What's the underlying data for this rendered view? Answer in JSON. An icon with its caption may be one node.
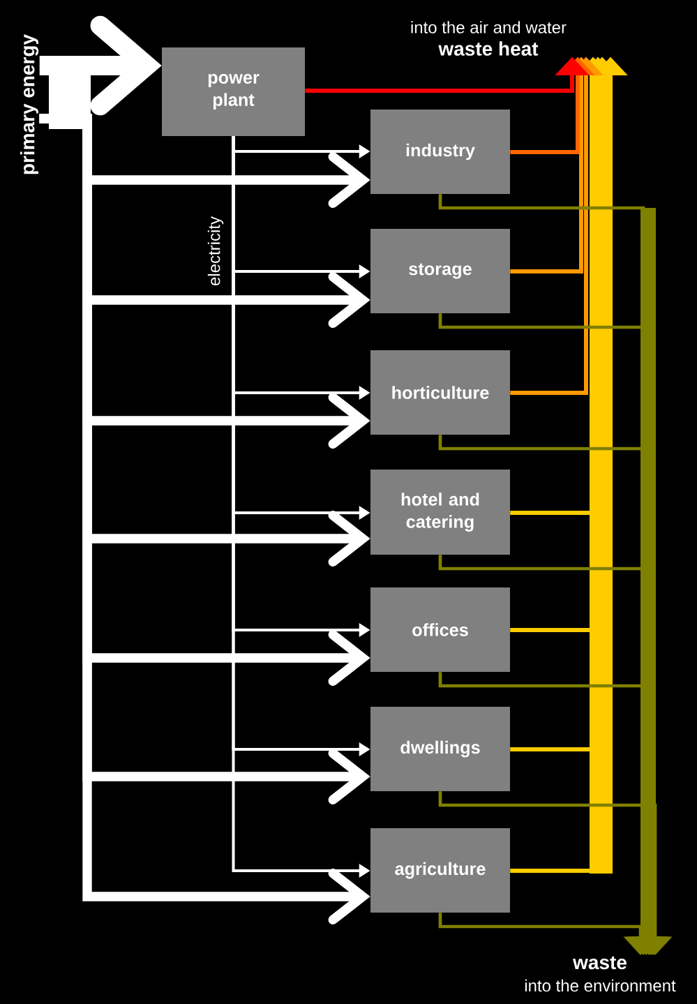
{
  "diagram": {
    "nodes": [
      {
        "text": [
          "primary energy"
        ]
      },
      {
        "text": [
          "power plant"
        ]
      },
      {
        "text": [
          "industry"
        ]
      },
      {
        "text": [
          "storage"
        ]
      },
      {
        "text": [
          "horticulture"
        ]
      },
      {
        "text": [
          "hotel and catering"
        ]
      },
      {
        "text": [
          "offices"
        ]
      },
      {
        "text": [
          "dwellings"
        ]
      },
      {
        "text": [
          "agriculture"
        ]
      },
      {
        "text": [
          "into the air and water",
          "waste heat"
        ]
      },
      {
        "text": [
          "waste",
          "into the environment"
        ]
      }
    ],
    "edges": [
      {
        "from": 0,
        "to": 1,
        "arrow": "to",
        "style": "thick"
      },
      {
        "from": 0,
        "to": 2,
        "arrow": "to",
        "style": "thick"
      },
      {
        "from": 0,
        "to": 3,
        "arrow": "to",
        "style": "thick"
      },
      {
        "from": 0,
        "to": 4,
        "arrow": "to",
        "style": "thick"
      },
      {
        "from": 0,
        "to": 5,
        "arrow": "to",
        "style": "thick"
      },
      {
        "from": 0,
        "to": 6,
        "arrow": "to",
        "style": "thick"
      },
      {
        "from": 0,
        "to": 7,
        "arrow": "to",
        "style": "thick"
      },
      {
        "from": 0,
        "to": 8,
        "arrow": "to",
        "style": "thick"
      },
      {
        "from": 1,
        "to": 2,
        "arrow": "to"
      },
      {
        "from": 1,
        "to": 3,
        "arrow": "to"
      },
      {
        "from": 1,
        "to": 4,
        "arrow": "to"
      },
      {
        "from": 1,
        "to": 5,
        "arrow": "to"
      },
      {
        "from": 1,
        "to": 6,
        "arrow": "to"
      },
      {
        "from": 1,
        "to": 7,
        "arrow": "to"
      },
      {
        "from": 1,
        "to": 8,
        "arrow": "to"
      },
      {
        "from": 8,
        "to": 9,
        "arrow": "to",
        "color": "#ffcc00"
      },
      {
        "from": 7,
        "to": 9,
        "arrow": "to",
        "color": "#ffcc00"
      },
      {
        "from": 6,
        "to": 9,
        "arrow": "to",
        "color": "#ffcc00"
      },
      {
        "from": 5,
        "to": 9,
        "arrow": "to",
        "color": "#ffcc00"
      },
      {
        "from": 4,
        "to": 9,
        "arrow": "to",
        "color": "#ff9900"
      },
      {
        "from": 3,
        "to": 9,
        "arrow": "to",
        "color": "#ff9900"
      },
      {
        "from": 2,
        "to": 9,
        "arrow": "to",
        "color": "#ff6600"
      },
      {
        "from": 1,
        "to": 9,
        "arrow": "to",
        "color": "#ff0000"
      },
      {
        "from": 2,
        "to": 10,
        "arrow": "to",
        "color": "#808000"
      },
      {
        "from": 3,
        "to": 10,
        "arrow": "to",
        "color": "#808000"
      },
      {
        "from": 4,
        "to": 10,
        "arrow": "to",
        "color": "#808000"
      },
      {
        "from": 5,
        "to": 10,
        "arrow": "to",
        "color": "#808000"
      },
      {
        "from": 6,
        "to": 10,
        "arrow": "to",
        "color": "#808000"
      },
      {
        "from": 7,
        "to": 10,
        "arrow": "to",
        "color": "#808000"
      },
      {
        "from": 8,
        "to": 10,
        "arrow": "to",
        "color": "#808000"
      }
    ],
    "labels": [
      "electricity"
    ]
  }
}
